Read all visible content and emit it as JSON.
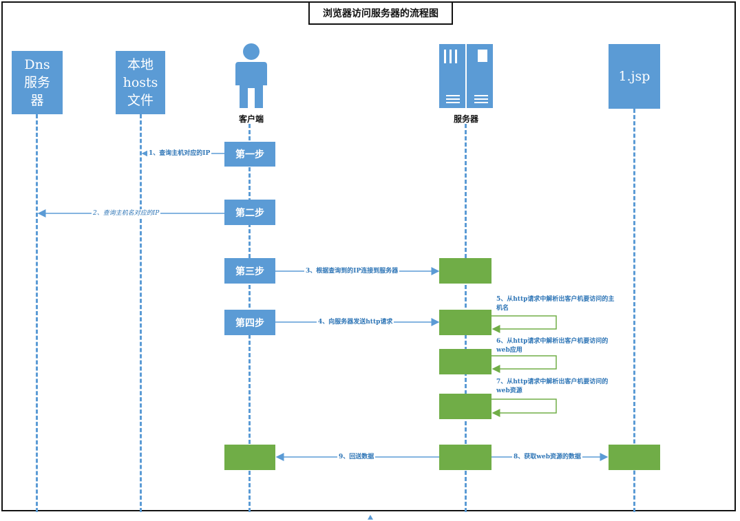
{
  "title": "浏览器访问服务器的流程图",
  "participants": {
    "dns": "Dns服务器",
    "hosts": "本地\nhosts\n文件",
    "client": "客户端",
    "server": "服务器",
    "jsp": "1.jsp"
  },
  "steps": {
    "step1": "第一步",
    "step2": "第二步",
    "step3": "第三步",
    "step4": "第四步"
  },
  "messages": {
    "m1": "1、查询主机对应的IP",
    "m2": "2、查询主机名对应的IP",
    "m3": "3、根据查询到的IP连接到服务器",
    "m4": "4、向服务器发送http请求",
    "m5": "5、从http请求中解析出客户机要访问的主机名",
    "m6": "6、从http请求中解析出客户机要访问的web应用",
    "m7": "7、从http请求中解析出客户机要访问的web资源",
    "m8": "8、获取web资源的数据",
    "m9": "9、回送数据"
  },
  "colors": {
    "blue": "#5b9bd5",
    "green": "#70ad47",
    "label": "#2e75b6"
  }
}
